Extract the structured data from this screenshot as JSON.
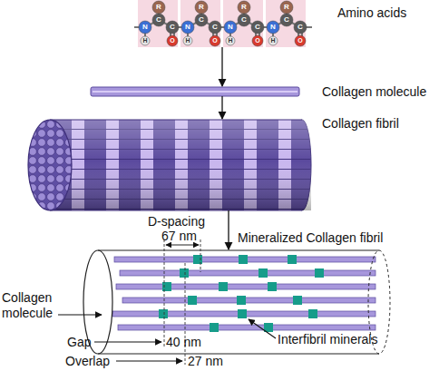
{
  "diagram": {
    "nodes": [
      {
        "text": [
          "Amino acids"
        ]
      },
      {
        "text": [
          "Collagen molecule"
        ]
      },
      {
        "text": [
          "Collagen fibril"
        ]
      },
      {
        "text": [
          "Mineralized Collagen fibril"
        ]
      }
    ],
    "edges": [
      {
        "from": 0,
        "to": 1,
        "arrow": "to"
      },
      {
        "from": 1,
        "to": 2,
        "arrow": "to"
      },
      {
        "from": 2,
        "to": 3,
        "arrow": "to"
      }
    ],
    "labels": [
      "N",
      "H",
      "C",
      "R",
      "C",
      "O",
      "N",
      "H",
      "C",
      "R",
      "C",
      "O",
      "N",
      "H",
      "C",
      "R",
      "C",
      "O",
      "N",
      "H",
      "C",
      "R",
      "C",
      "O",
      "D-spacing",
      "67 nm",
      "Collagen molecule",
      "Gap",
      "40 nm",
      "Overlap",
      "27 nm",
      "Interfibril minerals"
    ]
  }
}
